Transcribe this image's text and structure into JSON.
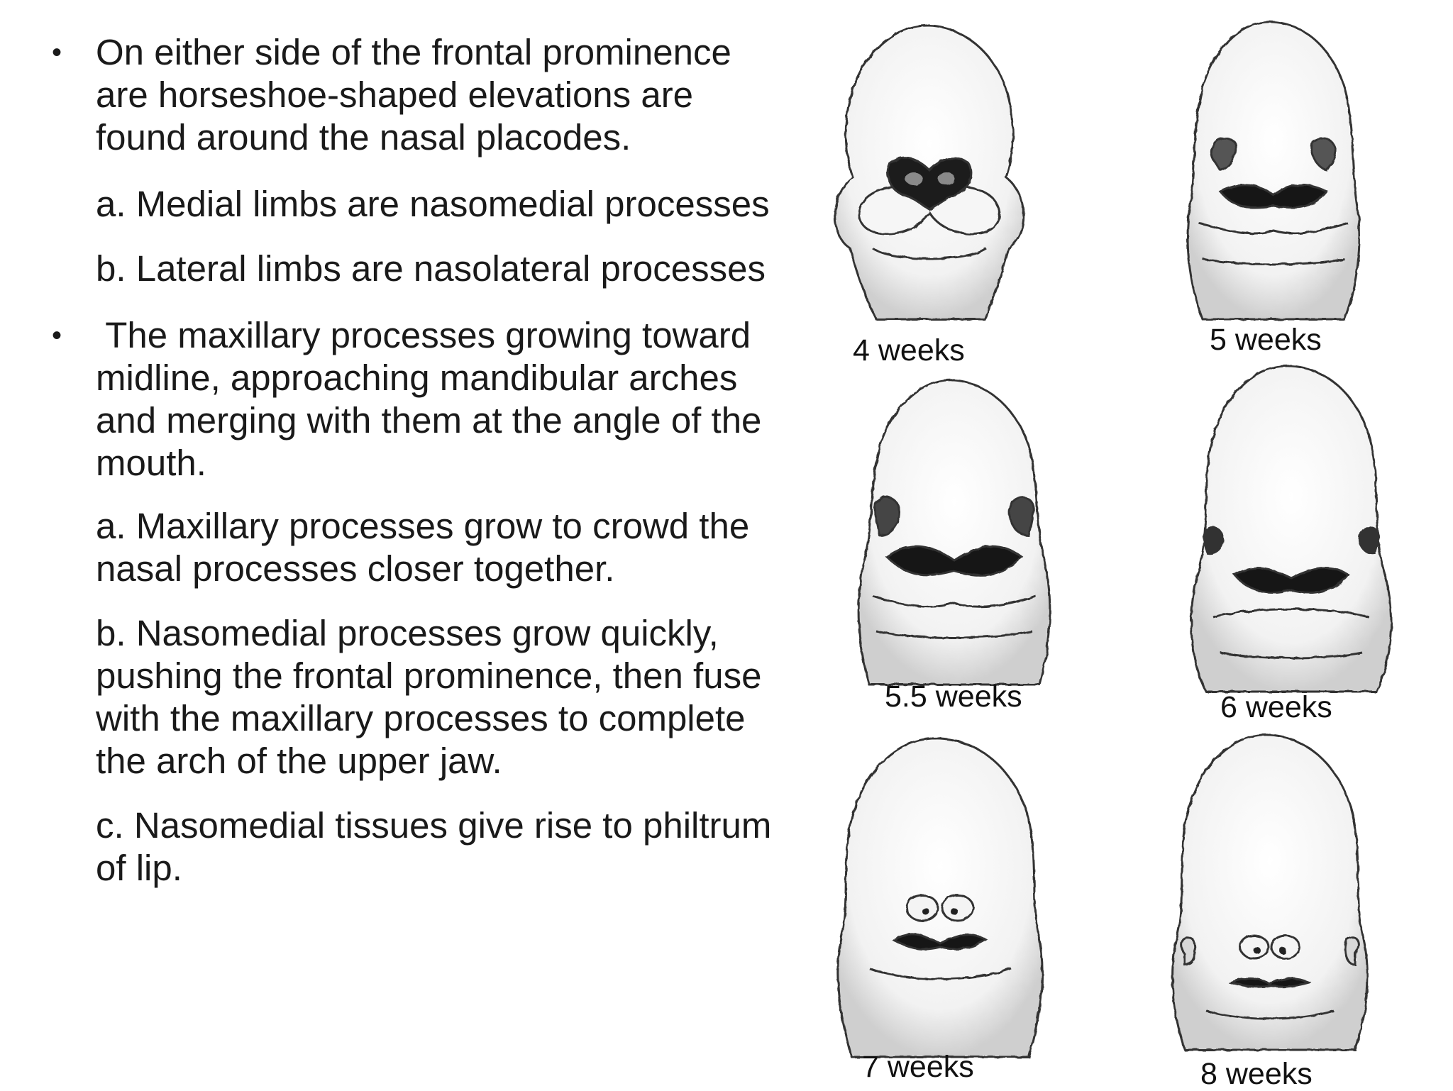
{
  "bullets": [
    {
      "lines": [
        "On either side of the frontal prominence",
        "are horseshoe-shaped elevations are",
        "found around the nasal placodes."
      ],
      "subitems": [
        {
          "lines": [
            "a. Medial limbs are nasomedial processes"
          ]
        },
        {
          "lines": [
            "b. Lateral limbs are nasolateral processes"
          ]
        }
      ]
    },
    {
      "lines": [
        " The maxillary processes growing toward",
        "midline, approaching mandibular arches",
        "and merging with them at the angle of the",
        "mouth."
      ],
      "subitems": [
        {
          "lines": [
            "a. Maxillary processes grow to crowd the",
            "nasal processes closer together."
          ]
        },
        {
          "lines": [
            "b. Nasomedial processes grow quickly,",
            "pushing the frontal prominence, then fuse",
            "with the maxillary processes to complete",
            "the arch of the upper jaw."
          ]
        },
        {
          "lines": [
            "c. Nasomedial tissues give rise to philtrum",
            "of lip."
          ]
        }
      ]
    }
  ],
  "figures": [
    {
      "label": "4 weeks"
    },
    {
      "label": "5 weeks"
    },
    {
      "label": "5.5 weeks"
    },
    {
      "label": "6 weeks"
    },
    {
      "label": "7 weeks"
    },
    {
      "label": "8 weeks"
    }
  ]
}
